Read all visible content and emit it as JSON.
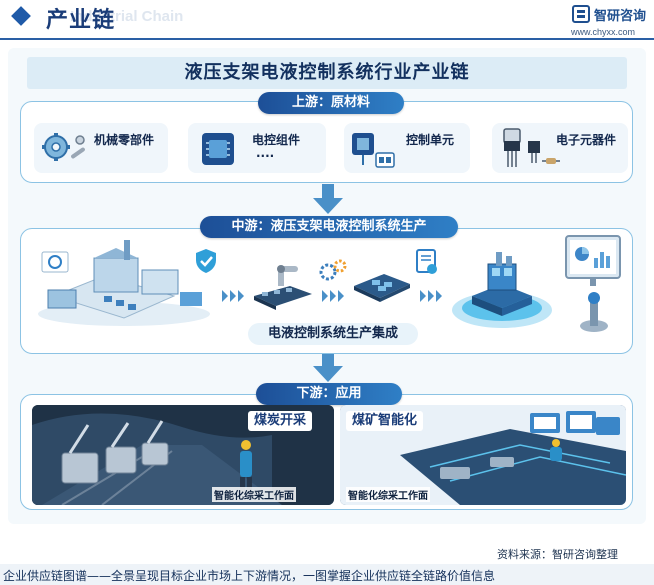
{
  "header": {
    "title": "产业链",
    "watermark": "Industrial Chain",
    "brand": "智研咨询",
    "url": "www.chyxx.com",
    "logo_icon": "zhiyan-logo-icon"
  },
  "diagram": {
    "title": "液压支架电液控制系统行业产业链",
    "upstream": {
      "heading": "上游：原材料",
      "items": [
        {
          "label": "机械零部件",
          "icon": "gear-wrench-icon"
        },
        {
          "label": "电控组件",
          "icon": "circuit-chip-icon",
          "sub": "····"
        },
        {
          "label": "控制单元",
          "icon": "control-unit-icon"
        },
        {
          "label": "电子元器件",
          "icon": "electronic-components-icon"
        }
      ]
    },
    "midstream": {
      "heading": "中游：液压支架电液控制系统生产",
      "label": "电液控制系统生产集成",
      "icons": [
        "factory-icon",
        "shield-check-icon",
        "robot-arm-conveyor-icon",
        "gears-icon",
        "circuit-board-icon",
        "document-gear-icon",
        "control-system-module-icon",
        "monitor-dashboard-icon"
      ]
    },
    "downstream": {
      "heading": "下游：应用",
      "panels": [
        {
          "tag": "煤炭开采",
          "caption": "智能化综采工作面",
          "icon": "coal-mining-scene-icon"
        },
        {
          "tag": "煤矿智能化",
          "caption": "智能化综采工作面",
          "icon": "smart-mine-control-room-icon"
        }
      ]
    }
  },
  "footer": {
    "source": "资料来源：智研咨询整理",
    "slogan": "企业供应链图谱——全景呈现目标企业市场上下游情况，一图掌握企业供应链全链路价值信息"
  },
  "colors": {
    "primary": "#1f5aa8",
    "pill_start": "#1d4f97",
    "pill_end": "#2f7fc6",
    "box_border": "#8cc3e4",
    "arrow": "#4a90c8"
  }
}
